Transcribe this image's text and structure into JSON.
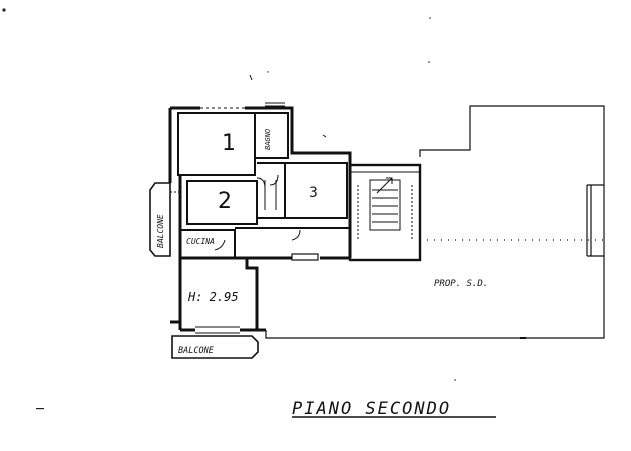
{
  "plan": {
    "title": "PIANO SECONDO",
    "area_label": "PROP. S.D.",
    "rooms": {
      "room_1": "1",
      "room_2": "2",
      "bagno": "BAGNO",
      "cucina": "CUCINA",
      "room_3": "3",
      "height": "H: 2.95"
    },
    "balconies": {
      "left": "BALCONE",
      "bottom": "BALCONE"
    }
  }
}
